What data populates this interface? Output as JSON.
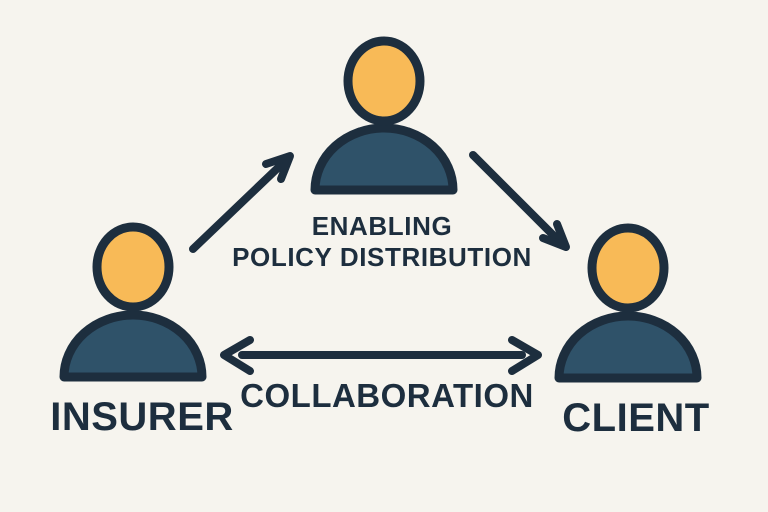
{
  "diagram": {
    "type": "relationship-diagram",
    "colors": {
      "background": "#F6F4EE",
      "outline": "#1D2E3E",
      "text": "#1D2E3E",
      "head_fill": "#F8BA57",
      "body_fill": "#2F5269"
    },
    "top_node": {
      "icon": "person-icon",
      "caption_line1": "ENABLING",
      "caption_line2": "POLICY DISTRIBUTION"
    },
    "left_node": {
      "icon": "person-icon",
      "label": "INSURER"
    },
    "right_node": {
      "icon": "person-icon",
      "label": "CLIENT"
    },
    "edges": [
      {
        "from": "insurer",
        "to": "top-node",
        "direction": "one-way"
      },
      {
        "from": "top-node",
        "to": "client",
        "direction": "one-way"
      },
      {
        "from": "insurer",
        "to": "client",
        "direction": "two-way",
        "label": "COLLABORATION"
      }
    ],
    "center_edge_label": "COLLABORATION"
  }
}
